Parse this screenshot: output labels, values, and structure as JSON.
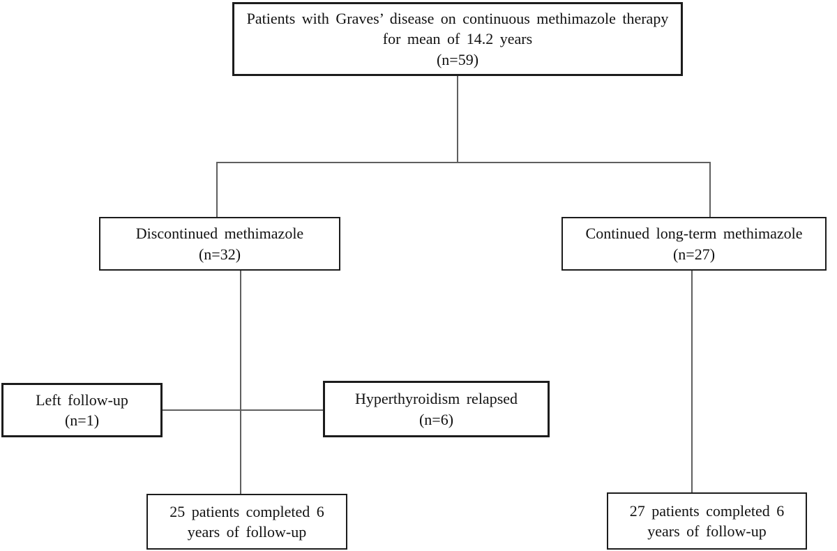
{
  "diagram": {
    "type": "flowchart",
    "background_color": "#ffffff",
    "box_border_color": "#1c1c1c",
    "connector_color": "#5f5f5f",
    "text_color": "#111111",
    "nodes": {
      "root": {
        "label": "Patients with Graves’ disease on continuous methimazole therapy for mean of 14.2 years",
        "n": "(n=59)"
      },
      "discontinued": {
        "label": "Discontinued methimazole",
        "n": "(n=32)"
      },
      "continued": {
        "label": "Continued long-term methimazole",
        "n": "(n=27)"
      },
      "left_followup": {
        "label": "Left follow-up",
        "n": "(n=1)"
      },
      "relapsed": {
        "label": "Hyperthyroidism relapsed",
        "n": "(n=6)"
      },
      "completed_left": {
        "label": "25 patients completed 6 years of follow-up"
      },
      "completed_right": {
        "label": "27 patients completed 6 years of follow-up"
      }
    }
  }
}
